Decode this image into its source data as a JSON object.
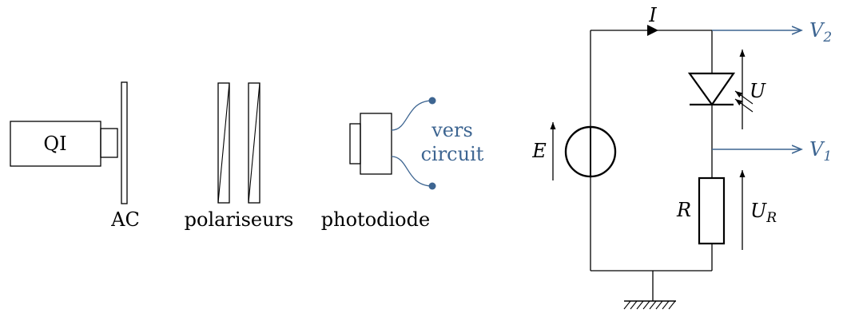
{
  "setup": {
    "lamp_label": "QI",
    "filter_label": "AC",
    "polarizers_label": "polariseurs",
    "photodiode_label": "photodiode",
    "wire_label_line1": "vers",
    "wire_label_line2": "circuit"
  },
  "circuit": {
    "current_label": "I",
    "source_label": "E",
    "diode_voltage_label": "U",
    "resistor_label": "R",
    "resistor_voltage_main": "U",
    "resistor_voltage_sub": "R",
    "output_top_main": "V",
    "output_top_sub": "2",
    "output_mid_main": "V",
    "output_mid_sub": "1"
  },
  "colors": {
    "line": "#000000",
    "accent": "#3d6591"
  }
}
